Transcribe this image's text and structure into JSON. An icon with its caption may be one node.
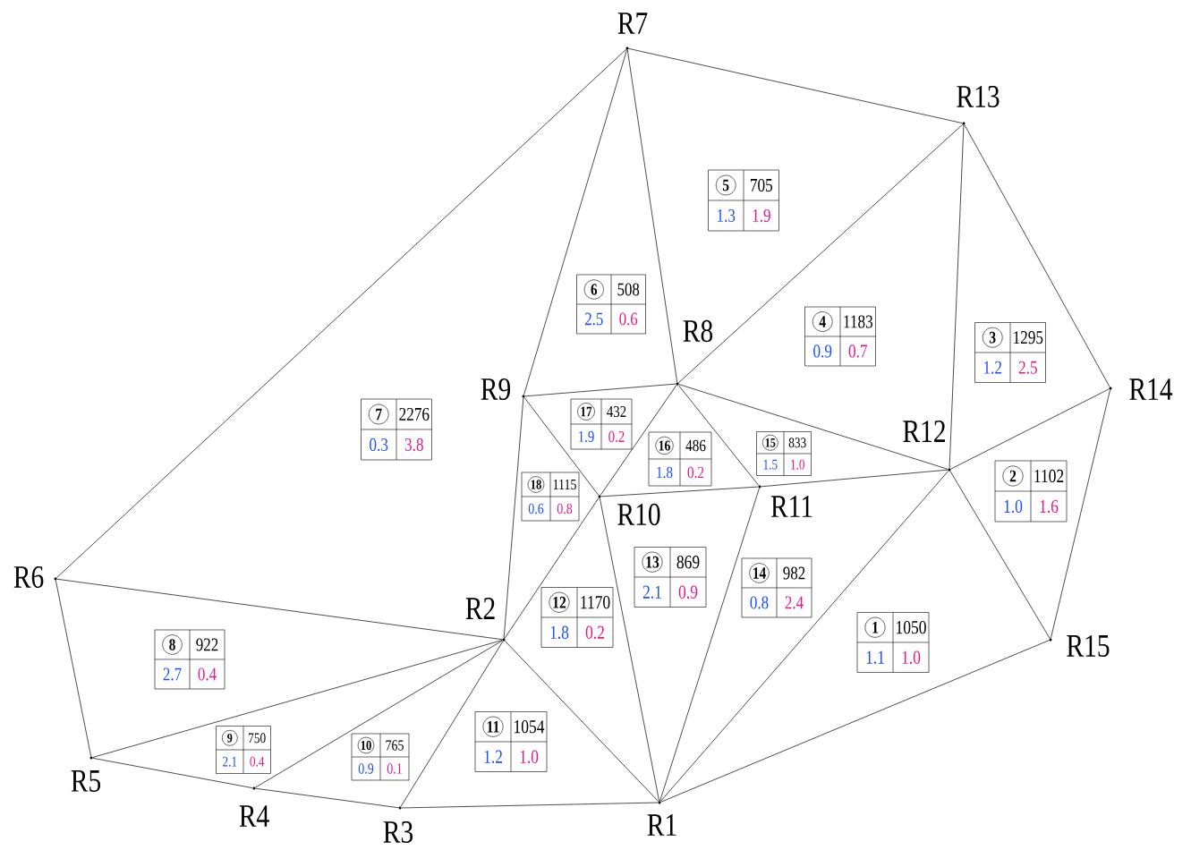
{
  "diagram": {
    "nodes": [
      {
        "text": [
          "R1"
        ]
      },
      {
        "text": [
          "R2"
        ]
      },
      {
        "text": [
          "R3"
        ]
      },
      {
        "text": [
          "R4"
        ]
      },
      {
        "text": [
          "R5"
        ]
      },
      {
        "text": [
          "R6"
        ]
      },
      {
        "text": [
          "R7"
        ]
      },
      {
        "text": [
          "R8"
        ]
      },
      {
        "text": [
          "R9"
        ]
      },
      {
        "text": [
          "R10"
        ]
      },
      {
        "text": [
          "R11"
        ]
      },
      {
        "text": [
          "R12"
        ]
      },
      {
        "text": [
          "R13"
        ]
      },
      {
        "text": [
          "R14"
        ]
      },
      {
        "text": [
          "R15"
        ]
      },
      {
        "text": [
          "1",
          "1050",
          "1.1",
          "1.0"
        ]
      },
      {
        "text": [
          "2",
          "1102",
          "1.0",
          "1.6"
        ]
      },
      {
        "text": [
          "3",
          "1295",
          "1.2",
          "2.5"
        ]
      },
      {
        "text": [
          "4",
          "1183",
          "0.9",
          "0.7"
        ]
      },
      {
        "text": [
          "5",
          "705",
          "1.3",
          "1.9"
        ]
      },
      {
        "text": [
          "6",
          "508",
          "2.5",
          "0.6"
        ]
      },
      {
        "text": [
          "7",
          "2276",
          "0.3",
          "3.8"
        ]
      },
      {
        "text": [
          "8",
          "922",
          "2.7",
          "0.4"
        ]
      },
      {
        "text": [
          "9",
          "750",
          "2.1",
          "0.4"
        ]
      },
      {
        "text": [
          "10",
          "765",
          "0.9",
          "0.1"
        ]
      },
      {
        "text": [
          "11",
          "1054",
          "1.2",
          "1.0"
        ]
      },
      {
        "text": [
          "12",
          "1170",
          "1.8",
          "0.2"
        ]
      },
      {
        "text": [
          "13",
          "869",
          "2.1",
          "0.9"
        ]
      },
      {
        "text": [
          "14",
          "982",
          "0.8",
          "2.4"
        ]
      },
      {
        "text": [
          "15",
          "833",
          "1.5",
          "1.0"
        ]
      },
      {
        "text": [
          "16",
          "486",
          "1.8",
          "0.2"
        ]
      },
      {
        "text": [
          "17",
          "432",
          "1.9",
          "0.2"
        ]
      },
      {
        "text": [
          "18",
          "1115",
          "0.6",
          "0.8"
        ]
      }
    ],
    "edges": [
      {
        "from": 6,
        "to": 12,
        "arrow": "none"
      },
      {
        "from": 6,
        "to": 5,
        "arrow": "none"
      },
      {
        "from": 6,
        "to": 8,
        "arrow": "none"
      },
      {
        "from": 6,
        "to": 7,
        "arrow": "none"
      },
      {
        "from": 12,
        "to": 7,
        "arrow": "none"
      },
      {
        "from": 12,
        "to": 11,
        "arrow": "none"
      },
      {
        "from": 12,
        "to": 13,
        "arrow": "none"
      },
      {
        "from": 13,
        "to": 11,
        "arrow": "none"
      },
      {
        "from": 13,
        "to": 14,
        "arrow": "none"
      },
      {
        "from": 14,
        "to": 11,
        "arrow": "none"
      },
      {
        "from": 14,
        "to": 0,
        "arrow": "none"
      },
      {
        "from": 11,
        "to": 7,
        "arrow": "none"
      },
      {
        "from": 11,
        "to": 10,
        "arrow": "none"
      },
      {
        "from": 11,
        "to": 0,
        "arrow": "none"
      },
      {
        "from": 7,
        "to": 8,
        "arrow": "none"
      },
      {
        "from": 7,
        "to": 9,
        "arrow": "none"
      },
      {
        "from": 7,
        "to": 10,
        "arrow": "none"
      },
      {
        "from": 8,
        "to": 9,
        "arrow": "none"
      },
      {
        "from": 8,
        "to": 1,
        "arrow": "none"
      },
      {
        "from": 9,
        "to": 10,
        "arrow": "none"
      },
      {
        "from": 9,
        "to": 1,
        "arrow": "none"
      },
      {
        "from": 9,
        "to": 0,
        "arrow": "none"
      },
      {
        "from": 10,
        "to": 0,
        "arrow": "none"
      },
      {
        "from": 1,
        "to": 5,
        "arrow": "none"
      },
      {
        "from": 1,
        "to": 4,
        "arrow": "none"
      },
      {
        "from": 1,
        "to": 3,
        "arrow": "none"
      },
      {
        "from": 1,
        "to": 2,
        "arrow": "none"
      },
      {
        "from": 1,
        "to": 0,
        "arrow": "none"
      },
      {
        "from": 5,
        "to": 4,
        "arrow": "none"
      },
      {
        "from": 4,
        "to": 3,
        "arrow": "none"
      },
      {
        "from": 3,
        "to": 2,
        "arrow": "none"
      },
      {
        "from": 2,
        "to": 0,
        "arrow": "none"
      }
    ]
  }
}
